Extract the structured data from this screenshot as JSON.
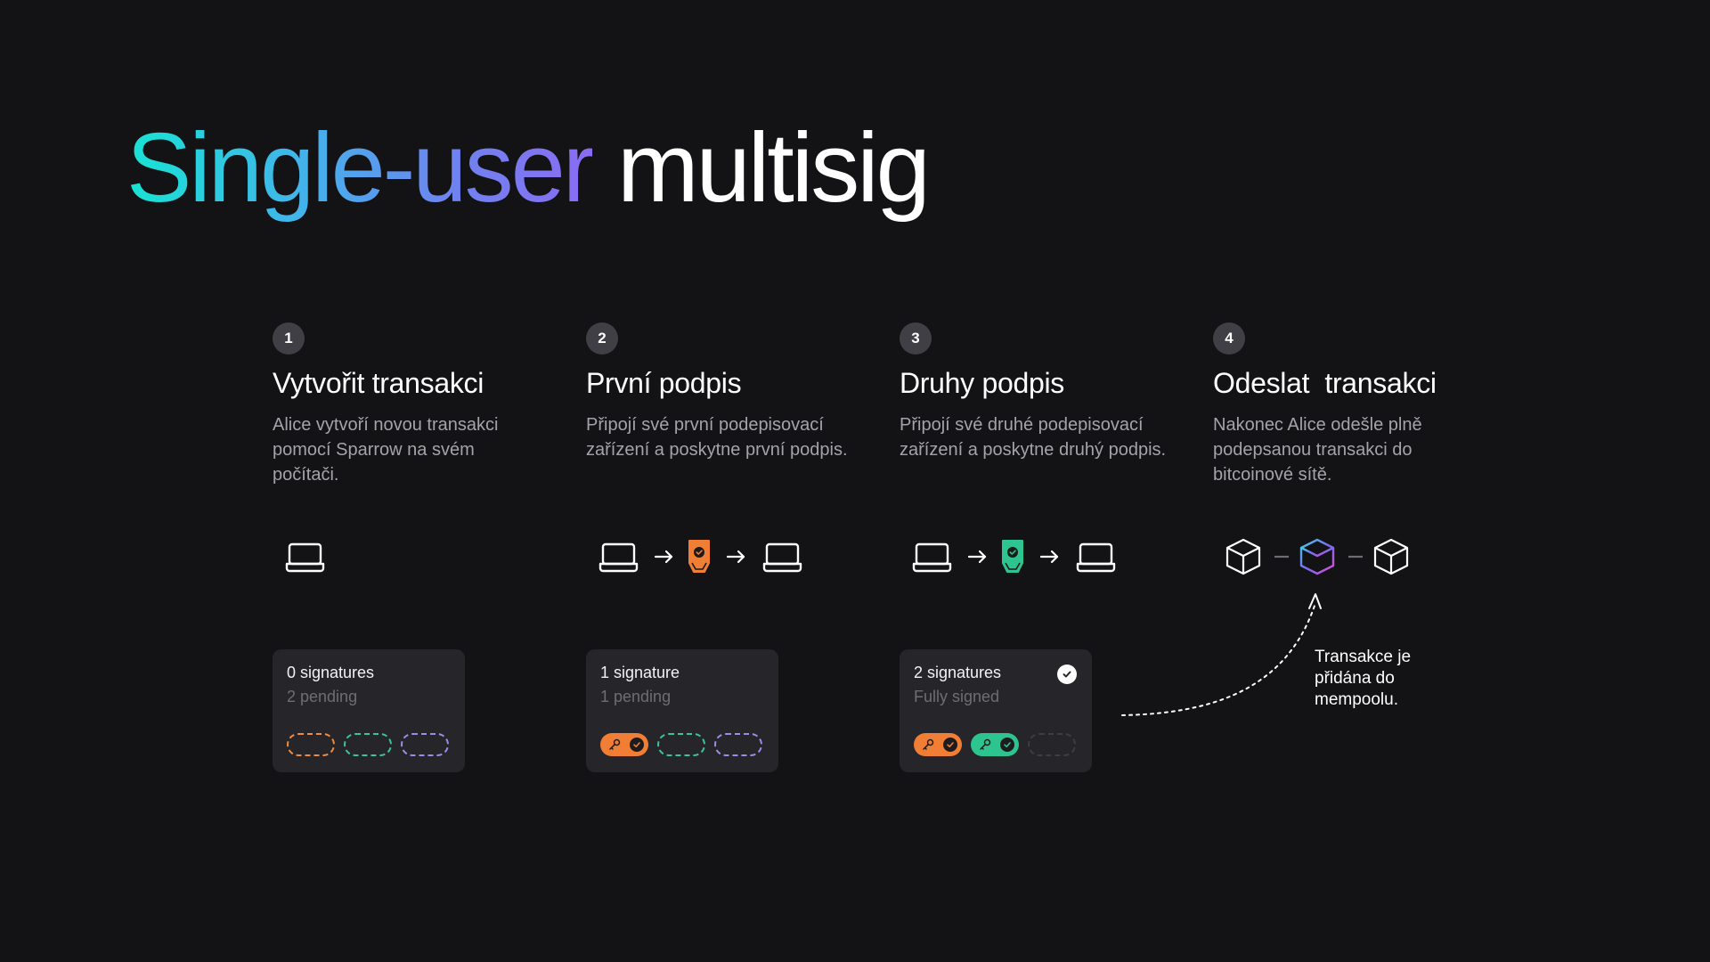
{
  "title": {
    "gradient_part": "Single-user",
    "plain_part": "multisig"
  },
  "steps": [
    {
      "number": "1",
      "title": "Vytvořit transakci",
      "description": "Alice vytvoří novou transakci pomocí Sparrow na svém počítači."
    },
    {
      "number": "2",
      "title": "První podpis",
      "description": "Připojí své první podepisovací zařízení a poskytne první podpis."
    },
    {
      "number": "3",
      "title": "Druhy podpis",
      "description": "Připojí své druhé podepisovací zařízení a poskytne druhý podpis."
    },
    {
      "number": "4",
      "title": "Odeslat  transakci",
      "description": "Nakonec Alice odešle plně podepsanou transakci do bitcoinové sítě."
    }
  ],
  "cards": [
    {
      "signatures": "0 signatures",
      "status": "2 pending"
    },
    {
      "signatures": "1 signature",
      "status": "1 pending"
    },
    {
      "signatures": "2 signatures",
      "status": "Fully signed"
    }
  ],
  "mempool_note": "Transakce je přidána do mempoolu.",
  "colors": {
    "background": "#131315",
    "orange": "#f07e35",
    "teal": "#2ec48f",
    "purple": "#9c8be8",
    "title_gradient_start": "#18e3d3",
    "title_gradient_end": "#8a6cf2"
  },
  "icons": [
    "laptop-icon",
    "arrow-right-icon",
    "hardware-wallet-icon",
    "check-icon",
    "key-icon",
    "block-cube-icon"
  ]
}
